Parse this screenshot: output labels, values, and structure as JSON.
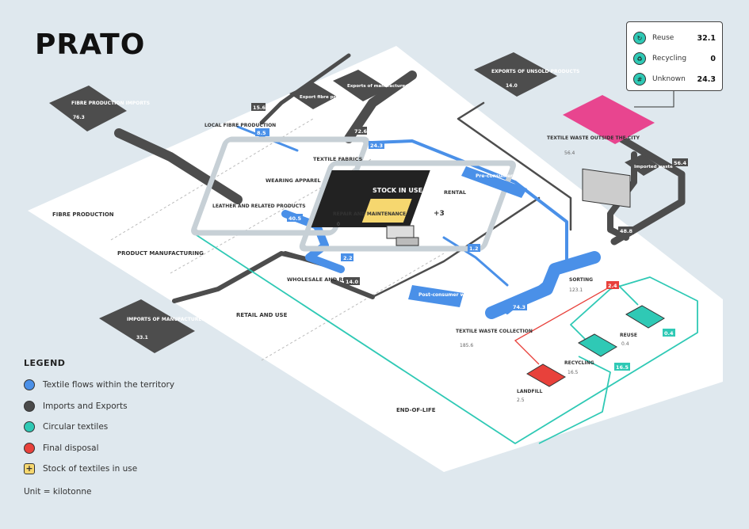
{
  "title": "PRATO",
  "stages": {
    "fibre": "FIBRE PRODUCTION",
    "product": "PRODUCT MANUFACTURING",
    "retail": "RETAIL AND USE",
    "eol": "END-OF-LIFE"
  },
  "nodes": {
    "fibre_imports": {
      "label": "FIBRE PRODUCTION IMPORTS",
      "value": "76.3"
    },
    "local_fibre": {
      "label": "LOCAL FIBRE PRODUCTION"
    },
    "export_fibre": {
      "label": "Export fibre production"
    },
    "exports_manufactured": {
      "label": "Exports of manufactured products"
    },
    "exports_unsold": {
      "label": "EXPORTS OF UNSOLD PRODUCTS",
      "value": "14.0"
    },
    "textile_fabrics": {
      "label": "TEXTILE FABRICS"
    },
    "wearing_apparel": {
      "label": "WEARING APPAREL"
    },
    "leather": {
      "label": "LEATHER AND RELATED PRODUCTS"
    },
    "stock_in_use": {
      "label": "STOCK IN USE",
      "value": "+3"
    },
    "rental": {
      "label": "RENTAL"
    },
    "repair": {
      "label": "REPAIR AND MAINTENANCE",
      "value": "0"
    },
    "wholesale": {
      "label": "WHOLESALE AND RETAIL"
    },
    "imports_manufactured": {
      "label": "IMPORTS OF MANUFACTURED PRODUCTS",
      "value": "33.1"
    },
    "textile_waste_outside": {
      "label": "TEXTILE WASTE OUTSIDE THE CITY",
      "value": "56.4"
    },
    "imported_waste": {
      "label": "Imported waste"
    },
    "sorting": {
      "label": "SORTING",
      "value": "123.1"
    },
    "collection": {
      "label": "TEXTILE WASTE COLLECTION",
      "value": "185.6"
    },
    "reuse": {
      "label": "REUSE",
      "value": "0.4"
    },
    "recycling": {
      "label": "RECYCLING",
      "value": "16.5"
    },
    "landfill": {
      "label": "LANDFILL",
      "value": "2.5"
    }
  },
  "flow_labels": {
    "pre_consumer": "Pre-consumer waste",
    "post_consumer": "Post-consumer waste"
  },
  "flows": {
    "fibre_to_local": "8.5",
    "local_to_export": "15.6",
    "to_export_manufactured": "72.6",
    "fabrics_out": "24.3",
    "leather_to_wholesale": "40.5",
    "wholesale_a": "2.2",
    "wholesale_b": "14.0",
    "use_to_collection": "1.2",
    "to_collection": "74.3",
    "sorting_in": "48.8",
    "outside_in": "56.4",
    "sorting_landfill": "2.4",
    "sorting_recycling": "16.5",
    "sorting_reuse": "0.4"
  },
  "breakdown": [
    {
      "icon": "reuse-icon",
      "label": "Reuse",
      "value": "32.1"
    },
    {
      "icon": "recycling-icon",
      "label": "Recycling",
      "value": "0"
    },
    {
      "icon": "unknown-icon",
      "label": "Unknown",
      "value": "24.3"
    }
  ],
  "legend": {
    "title": "LEGEND",
    "items": [
      {
        "color": "#4a90e8",
        "label": "Textile flows within the territory"
      },
      {
        "color": "#4a4a4a",
        "label": "Imports and Exports"
      },
      {
        "color": "#2fc9b5",
        "label": "Circular textiles"
      },
      {
        "color": "#e8413b",
        "label": "Final disposal"
      },
      {
        "color": "#f6d76f",
        "label": "Stock of textiles in use"
      }
    ],
    "unit": "Unit = kilotonne"
  }
}
